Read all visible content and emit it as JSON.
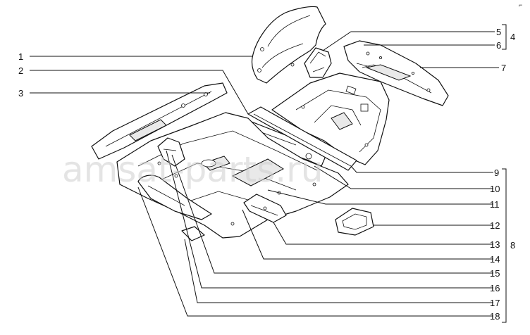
{
  "diagram": {
    "title": "Floor panel assembly — exploded parts view",
    "watermark": "amsat-parts.ru",
    "corner_mark": "⌐",
    "callouts": [
      "1",
      "2",
      "3",
      "4",
      "5",
      "6",
      "7",
      "8",
      "9",
      "10",
      "11",
      "12",
      "13",
      "14",
      "15",
      "16",
      "17",
      "18"
    ]
  }
}
